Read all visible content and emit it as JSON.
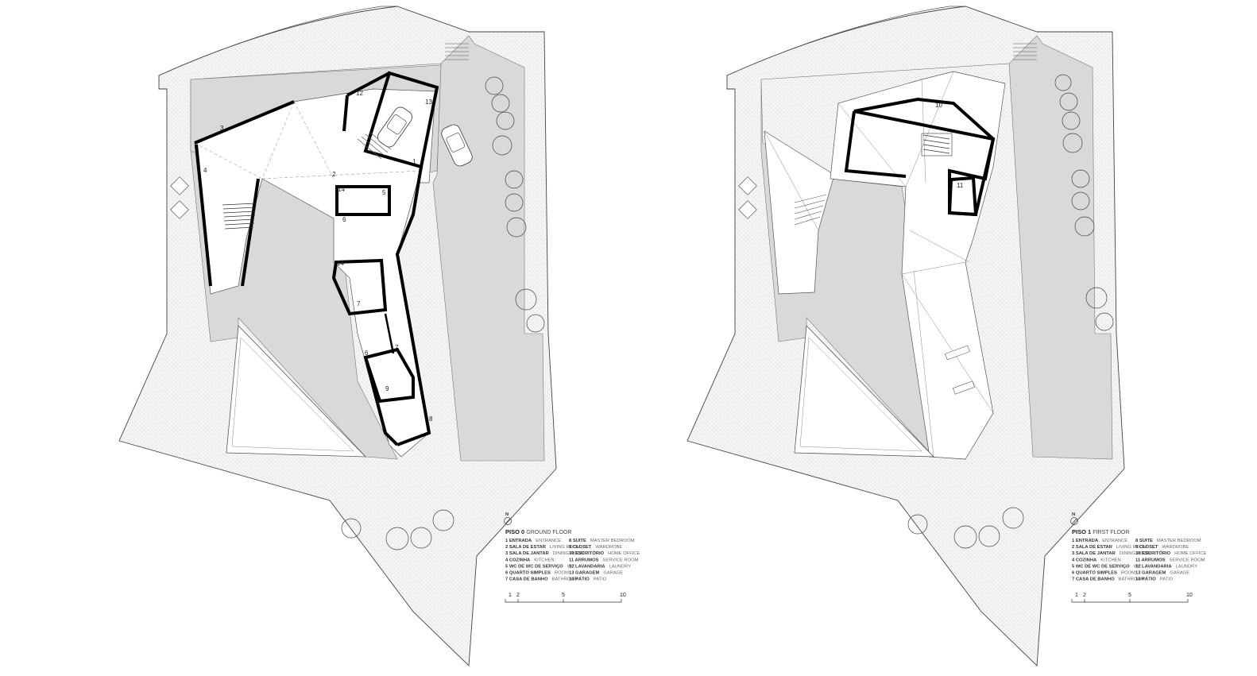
{
  "plans": [
    {
      "id": "ground",
      "legend": {
        "north": "N",
        "title_pt": "PISO 0",
        "title_en": "GROUND FLOOR",
        "col1": [
          {
            "pt": "1 ENTRADA",
            "en": "ENTRANCE"
          },
          {
            "pt": "2 SALA DE ESTAR",
            "en": "LIVING ROOM"
          },
          {
            "pt": "3 SALA DE JANTAR",
            "en": "DINING ROOM"
          },
          {
            "pt": "4 COZINHA",
            "en": "KITCHEN"
          },
          {
            "pt": "5 WC DE WC DE SERVIÇO",
            "en": "WC"
          },
          {
            "pt": "6 QUARTO SIMPLES",
            "en": "ROOM"
          },
          {
            "pt": "7 CASA DE BANHO",
            "en": "BATHROOM"
          }
        ],
        "col2": [
          {
            "pt": "8 SUITE",
            "en": "MASTER BEDROOM"
          },
          {
            "pt": "9 CLOSET",
            "en": "WARDROBE"
          },
          {
            "pt": "10 ESCRITÓRIO",
            "en": "HOME OFFICE"
          },
          {
            "pt": "11 ARRUMOS",
            "en": "SERVICE ROOM"
          },
          {
            "pt": "12 LAVANDARIA",
            "en": "LAUNDRY"
          },
          {
            "pt": "13 GARAGEM",
            "en": "GARAGE"
          },
          {
            "pt": "14 PÁTIO",
            "en": "PATIO"
          }
        ],
        "scale": [
          "1",
          "2",
          "5",
          "10"
        ]
      },
      "room_labels": [
        "1",
        "2",
        "3",
        "4",
        "5",
        "6",
        "6",
        "7",
        "7",
        "8",
        "9",
        "12",
        "13",
        "14",
        "14"
      ]
    },
    {
      "id": "first",
      "legend": {
        "north": "N",
        "title_pt": "PISO 1",
        "title_en": "FIRST FLOOR",
        "col1": [
          {
            "pt": "1 ENTRADA",
            "en": "ENTRANCE"
          },
          {
            "pt": "2 SALA DE ESTAR",
            "en": "LIVING ROOM"
          },
          {
            "pt": "3 SALA DE JANTAR",
            "en": "DINING ROOM"
          },
          {
            "pt": "4 COZINHA",
            "en": "KITCHEN"
          },
          {
            "pt": "5 WC DE WC DE SERVIÇO",
            "en": "WC"
          },
          {
            "pt": "6 QUARTO SIMPLES",
            "en": "ROOM"
          },
          {
            "pt": "7 CASA DE BANHO",
            "en": "BATHROOM"
          }
        ],
        "col2": [
          {
            "pt": "8 SUITE",
            "en": "MASTER BEDROOM"
          },
          {
            "pt": "9 CLOSET",
            "en": "WARDROBE"
          },
          {
            "pt": "10 ESCRITÓRIO",
            "en": "HOME OFFICE"
          },
          {
            "pt": "11 ARRUMOS",
            "en": "SERVICE ROOM"
          },
          {
            "pt": "12 LAVANDARIA",
            "en": "LAUNDRY"
          },
          {
            "pt": "13 GARAGEM",
            "en": "GARAGE"
          },
          {
            "pt": "14 PÁTIO",
            "en": "PATIO"
          }
        ],
        "scale": [
          "1",
          "2",
          "5",
          "10"
        ]
      },
      "room_labels": [
        "10",
        "11"
      ]
    }
  ],
  "colors": {
    "ground_fill": "#f3f3f3",
    "grey_fill": "#d9d9d9",
    "wall": "#000000",
    "line": "#555555"
  }
}
